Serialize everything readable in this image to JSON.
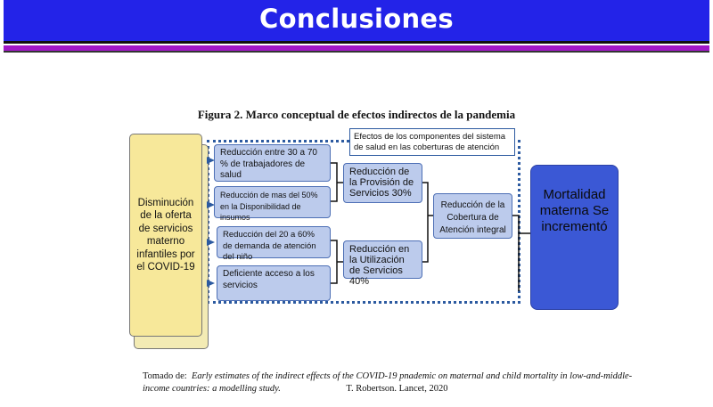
{
  "slide": {
    "title": "Conclusiones"
  },
  "figure": {
    "title": "Figura 2. Marco conceptual de efectos indirectos de la pandemia",
    "legend": "Efectos de los componentes del sistema de salud en las coberturas de atención",
    "origin": "Disminución de la oferta de servicios materno infantiles por el COVID-19",
    "effects": [
      "Reducción entre 30 a 70 % de trabajadores de salud",
      "Reducción de mas del 50% en la Disponibilidad de insumos",
      "Reducción del 20 a 60% de demanda de atención del niño",
      "Deficiente acceso a los servicios"
    ],
    "provision": "Reducción de la Provisión de Servicios 30%",
    "utilization": "Reducción en la Utilización de Servicios 40%",
    "coverage": "Reducción de la Cobertura de Atención integral",
    "outcome": "Mortalidad materna Se incrementó"
  },
  "source": {
    "prefix": "Tomado de:",
    "work": "Early estimates of the indirect effects of the COVID-19 pnademic on maternal and child mortality in low-and-middle-income countries: a modelling study.",
    "author": "T. Robertson. Lancet, 2020"
  },
  "colors": {
    "banner": "#2323e8",
    "stripe": "#a118c9",
    "box_fill": "#bccbec",
    "origin_fill": "#f7e89a",
    "outcome_fill": "#3b58d5"
  }
}
